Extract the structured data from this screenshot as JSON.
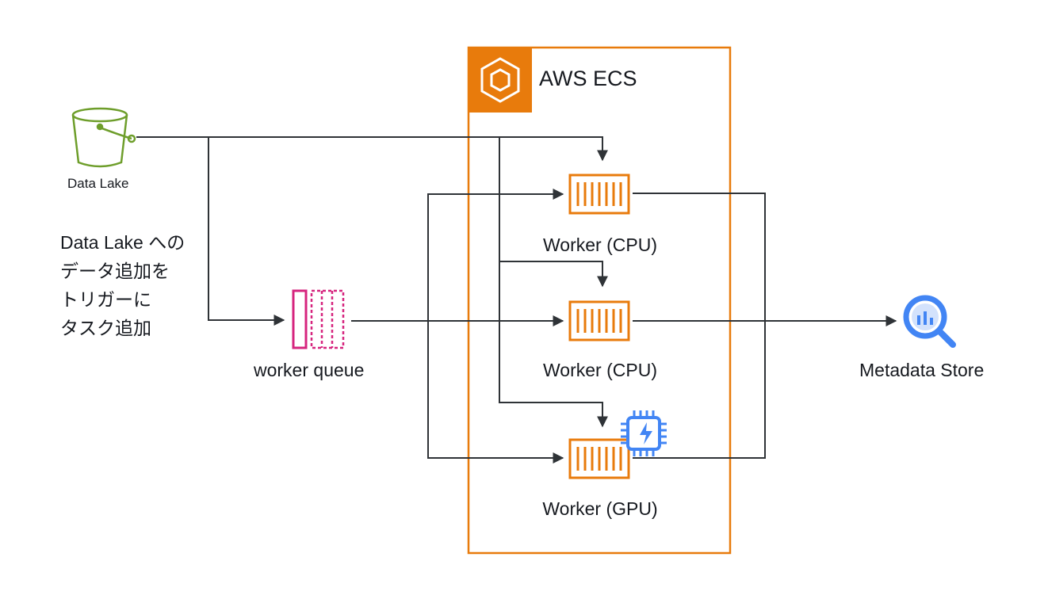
{
  "ecs": {
    "title": "AWS ECS",
    "border_color": "#E87B0C"
  },
  "data_lake": {
    "label": "Data Lake",
    "icon": "s3-bucket-icon",
    "color": "#6E9E2B"
  },
  "trigger_note": {
    "lines": [
      "Data Lake への",
      "データ追加を",
      "トリガーに",
      "タスク追加"
    ]
  },
  "queue": {
    "label": "worker queue",
    "icon": "queue-icon",
    "color": "#D6247E"
  },
  "workers": [
    {
      "label": "Worker (CPU)",
      "icon": "container-icon"
    },
    {
      "label": "Worker (CPU)",
      "icon": "container-icon"
    },
    {
      "label": "Worker (GPU)",
      "icon": "container-icon",
      "badge": "gpu-chip-icon"
    }
  ],
  "metadata_store": {
    "label": "Metadata Store",
    "icon": "bigquery-icon",
    "color": "#4285F4"
  },
  "colors": {
    "line": "#2f3337",
    "container": "#E87B0C",
    "chip": "#4285F4"
  }
}
